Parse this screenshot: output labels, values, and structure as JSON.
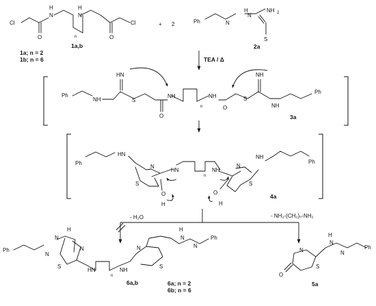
{
  "reactants": {
    "chloro": {
      "cl_left": "Cl",
      "cl_right": "Cl",
      "nh_1": "H",
      "nh_1n": "N",
      "nh_2": "H",
      "nh_2n": "N",
      "n": "n",
      "o_1": "O",
      "o_2": "O",
      "label": "1a,b"
    },
    "plus": "+",
    "coef": "2",
    "thio": {
      "ph": "Ph",
      "n": "N",
      "nh": "N",
      "h": "H",
      "nh2": "NH",
      "nh2_sub": "2",
      "s": "S",
      "label": "2a"
    },
    "series": [
      "1a; n = 2",
      "1b; n = 6"
    ]
  },
  "arrow1": "TEA / Δ",
  "intermediate_3a": {
    "label": "3a",
    "ph_left": "Ph",
    "ph_right": "Ph",
    "nh_imine_l": "NH",
    "nh_imine_r": "NH",
    "hn_l": "HN",
    "nh_r": "NH",
    "s_l": "S",
    "s_r": "S",
    "nh_amide_l": "NH",
    "nh_amide_r": "NH",
    "o_l": "O",
    "o_r": "O",
    "n": "n"
  },
  "intermediate_4a": {
    "label": "4a",
    "ph_left": "Ph",
    "ph_right": "Ph",
    "hn_l": "HN",
    "nh_r": "NH",
    "ring_n_l": "N",
    "ring_n_r": "N",
    "ring_s_l": "S",
    "ring_s_r": "S",
    "hn_c": "HN",
    "nh_c": "NH",
    "n": "n",
    "o_l": "O",
    "o_r": "O",
    "h_l": "H",
    "h_r": "H"
  },
  "path_left": {
    "condition": "- H₂O"
  },
  "path_right": {
    "condition": "- NH₂-(CH₂)ₙ-NH₂"
  },
  "product_6": {
    "label": "6a,b",
    "series": [
      "6a; n = 2",
      "6b; n = 6"
    ],
    "ph_left": "Ph",
    "ph_right": "Ph",
    "nh_l": "H",
    "nh_ln": "N",
    "nh_r": "H",
    "nh_rn": "N",
    "ring_n_l": "N",
    "ring_n_r": "N",
    "ring_s_l": "S",
    "ring_s_r": "S",
    "hn_c": "HN",
    "nh_c": "NH",
    "n": "n",
    "nn_r": "N"
  },
  "product_5a": {
    "label": "5a",
    "ph": "Ph",
    "nh": "H",
    "nh_n": "N",
    "ring_n": "N",
    "ring_s": "S",
    "o": "O",
    "nn": "N"
  },
  "colors": {
    "ink": "#111111",
    "background": "#ffffff"
  }
}
